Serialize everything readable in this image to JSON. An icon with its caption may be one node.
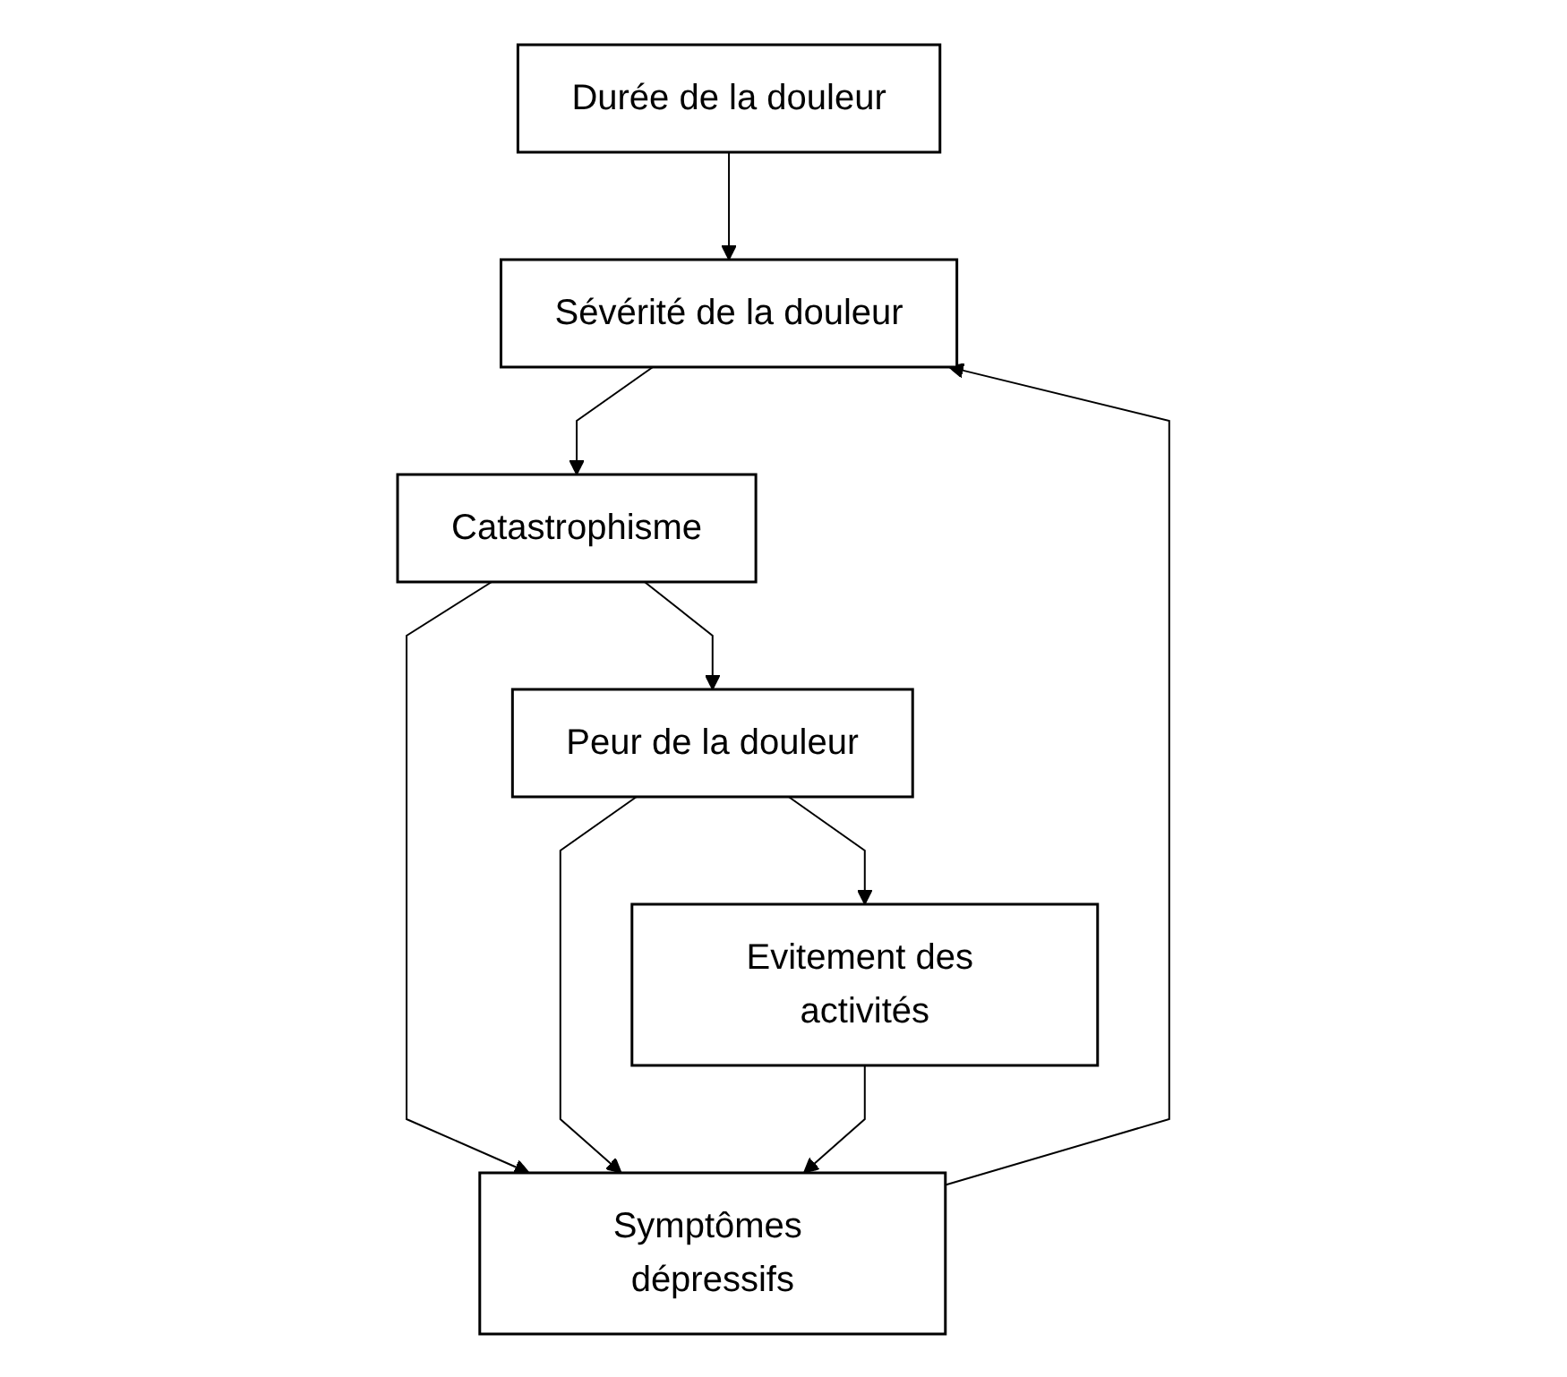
{
  "diagram": {
    "nodes": [
      {
        "text": [
          "Durée de la douleur"
        ]
      },
      {
        "text": [
          "Sévérité de la douleur"
        ]
      },
      {
        "text": [
          "Symptômes dépressifs"
        ]
      },
      {
        "text": [
          "Catastrophisme"
        ]
      },
      {
        "text": [
          "Evitement des activités"
        ]
      },
      {
        "text": [
          "Peur de la douleur"
        ]
      }
    ],
    "edges": [
      {
        "from": 0,
        "to": 1,
        "arrow": "to"
      },
      {
        "from": 2,
        "to": 1,
        "arrow": "to"
      },
      {
        "from": 1,
        "to": 3,
        "arrow": "to"
      },
      {
        "from": 3,
        "to": 2,
        "arrow": "to"
      },
      {
        "from": 3,
        "to": 5,
        "arrow": "to"
      },
      {
        "from": 5,
        "to": 2,
        "arrow": "to"
      },
      {
        "from": 5,
        "to": 4,
        "arrow": "to"
      },
      {
        "from": 4,
        "to": 2,
        "arrow": "to"
      }
    ]
  }
}
